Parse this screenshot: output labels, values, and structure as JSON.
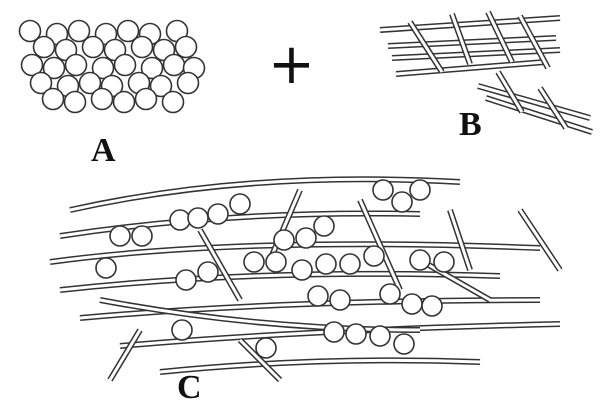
{
  "labels": {
    "a": "A",
    "b": "B",
    "c": "C"
  },
  "operator": "+",
  "colors": {
    "stroke": "#333333",
    "fill": "#ffffff",
    "text": "#111111"
  }
}
